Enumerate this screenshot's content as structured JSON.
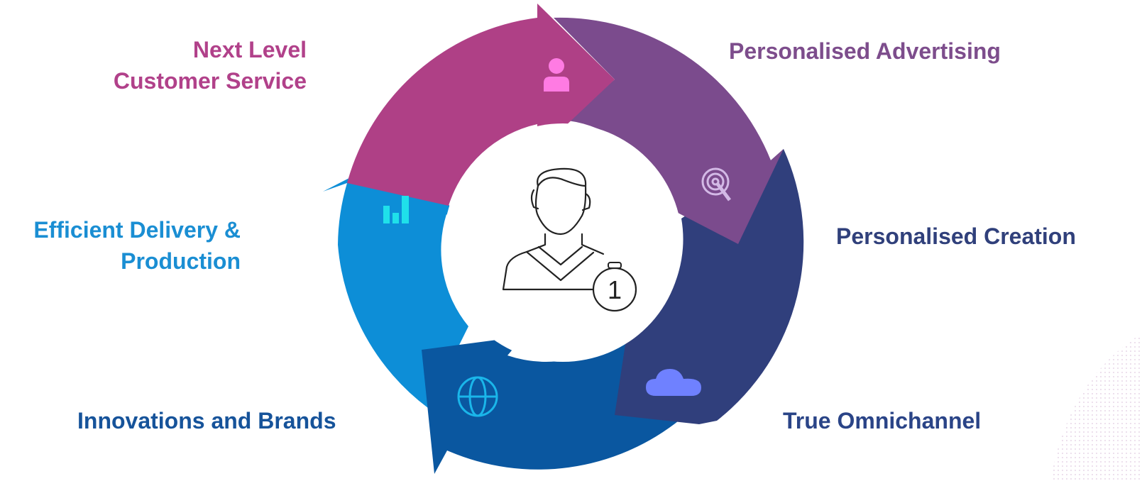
{
  "diagram": {
    "center_badge": "1",
    "segments": [
      {
        "id": "customer-service",
        "lines": [
          "Next Level",
          "Customer Service"
        ],
        "color": "#b1418a",
        "icon": "person-icon",
        "icon_color": "#ff7be3"
      },
      {
        "id": "advertising",
        "lines": [
          "Personalised Advertising"
        ],
        "color": "#7d4d8c",
        "icon": "target-icon",
        "icon_color": "#d3b9e6"
      },
      {
        "id": "creation",
        "lines": [
          "Personalised Creation"
        ],
        "color": "#30407b",
        "icon": "cloud-icon",
        "icon_color": "#6f81ff"
      },
      {
        "id": "omnichannel",
        "lines": [
          "True Omnichannel"
        ],
        "color": "#2a4487",
        "icon": null,
        "icon_color": null
      },
      {
        "id": "innovations",
        "lines": [
          "Innovations and Brands"
        ],
        "color": "#16539a",
        "icon": "globe-icon",
        "icon_color": "#1ab6ea"
      },
      {
        "id": "delivery",
        "lines": [
          "Efficient Delivery &",
          "Production"
        ],
        "color": "#1a8ed3",
        "icon": "bar-chart-icon",
        "icon_color": "#1fe0ea"
      }
    ],
    "arc_colors": {
      "magenta": "#af4086",
      "purple": "#7b4b8d",
      "navy": "#303f7c",
      "deep_blue": "#0a57a0",
      "light_blue": "#0d8ed7"
    }
  }
}
